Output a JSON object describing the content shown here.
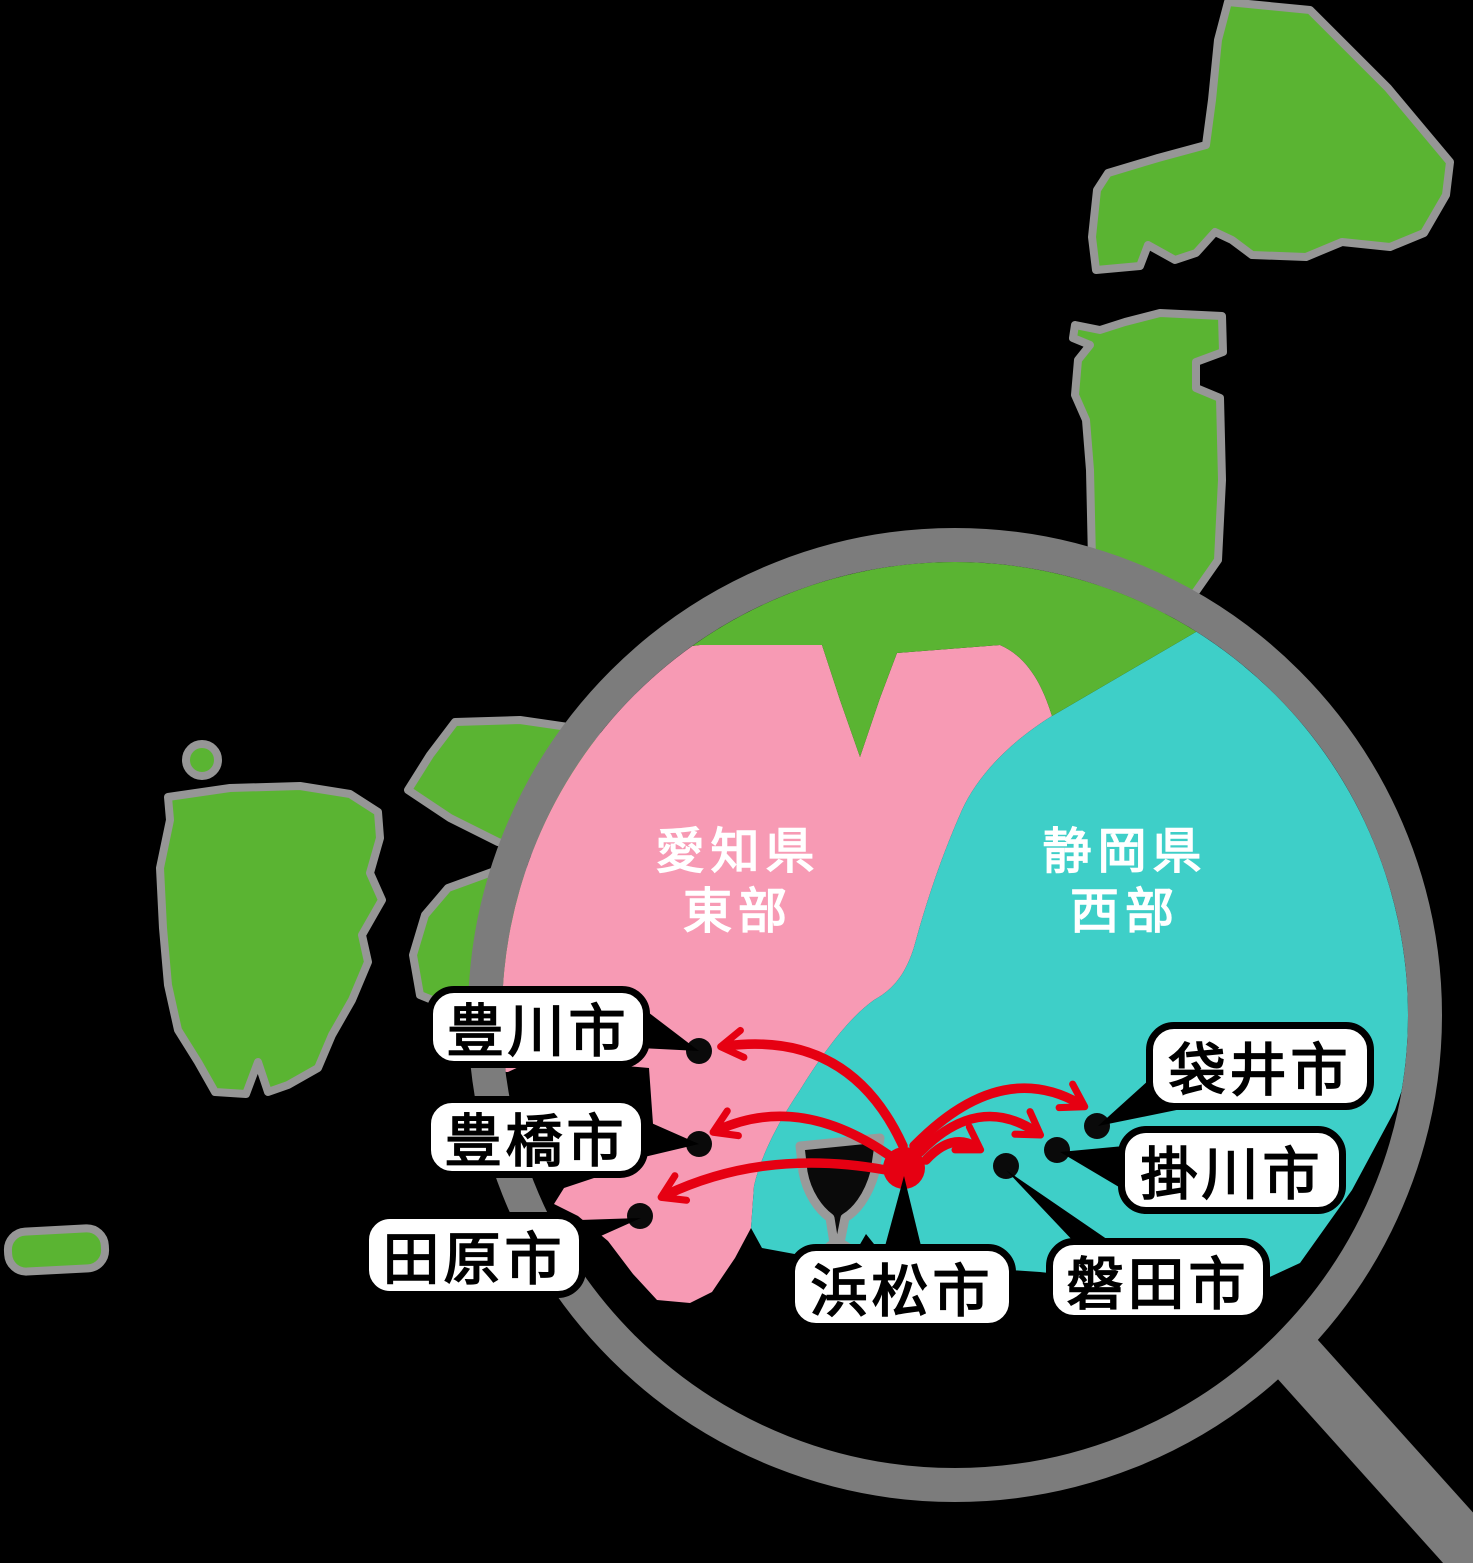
{
  "map": {
    "region_labels": {
      "aichi": {
        "line1": "愛知県",
        "line2": "東部"
      },
      "shizuoka": {
        "line1": "静岡県",
        "line2": "西部"
      }
    },
    "city_labels": {
      "toyokawa": "豊川市",
      "toyohashi": "豊橋市",
      "tahara": "田原市",
      "hamamatsu": "浜松市",
      "iwata": "磐田市",
      "kakegawa": "掛川市",
      "fukuroi": "袋井市"
    },
    "legend": {
      "origin_city": "浜松市",
      "arrow_meaning": "red arrows radiate from 浜松市 to surrounding cities"
    },
    "colors": {
      "background": "#000000",
      "land_green": "#5ab432",
      "land_outline_gray": "#969696",
      "aichi_pink": "#f79ab4",
      "shizuoka_teal": "#3ecfc8",
      "arrow_red": "#e60012",
      "magnifier_gray": "#7c7c7c",
      "label_bg": "#ffffff",
      "label_text": "#000000"
    }
  }
}
